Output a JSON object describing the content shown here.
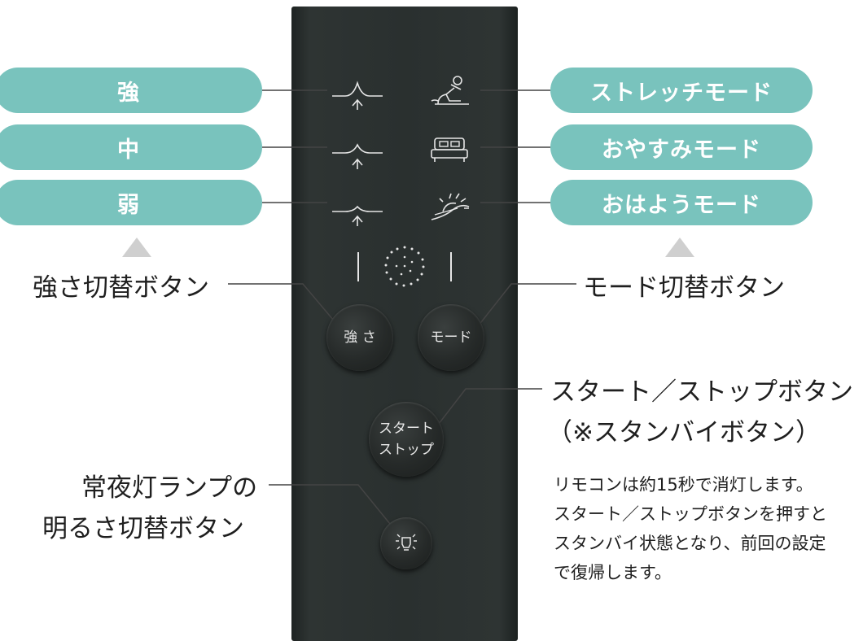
{
  "intensity_levels": [
    "強",
    "中",
    "弱"
  ],
  "modes": [
    "ストレッチモード",
    "おやすみモード",
    "おはようモード"
  ],
  "callouts": {
    "intensity_switch": "強さ切替ボタン",
    "mode_switch": "モード切替ボタン",
    "start_stop_line1": "スタート／ストップボタン",
    "start_stop_line2": "（※スタンバイボタン）",
    "lamp_line1": "常夜灯ランプの",
    "lamp_line2": "明るさ切替ボタン"
  },
  "remote_buttons": {
    "intensity": "強 さ",
    "mode": "モード",
    "start_stop_line1": "スタート",
    "start_stop_line2": "ストップ"
  },
  "note": {
    "line1": "リモコンは約15秒で消灯します。",
    "line2": "スタート／ストップボタンを押すと",
    "line3": "スタンバイ状態となり、前回の設定",
    "line4": "で復帰します。"
  },
  "colors": {
    "pill": "#79c3bd",
    "remote_body": "#2a302f",
    "indicator_triangle": "#cfcfcf"
  },
  "icons": {
    "intensity_strong": "high-wave-arrow-icon",
    "intensity_medium": "mid-wave-arrow-icon",
    "intensity_weak": "low-wave-arrow-icon",
    "stretch": "stretch-figure-icon",
    "sleep": "bed-icon",
    "wake": "sunrise-icon",
    "status": "dotted-circle-icon",
    "lamp": "lamp-icon"
  }
}
